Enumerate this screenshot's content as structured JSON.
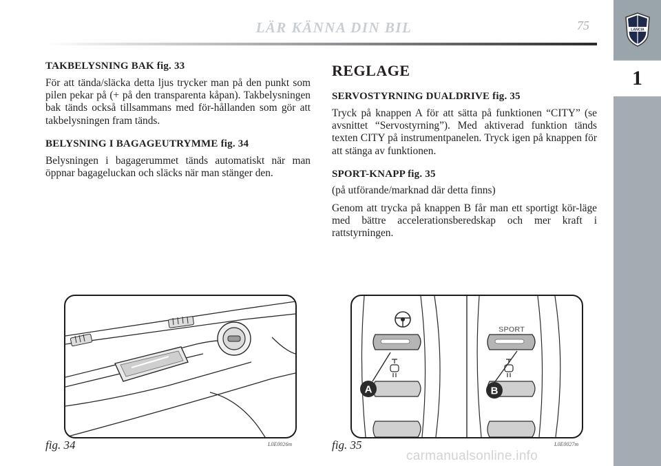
{
  "header": {
    "title": "LÄR KÄNNA DIN BIL",
    "page_number": "75"
  },
  "sidebar": {
    "chapter": "1",
    "logo_text": "LANCIA"
  },
  "left_column": {
    "sections": [
      {
        "heading": "TAKBELYSNING BAK fig. 33",
        "text": "För att tända/släcka detta ljus trycker man på den punkt som pilen pekar på (+ på den transparenta kåpan). Takbelysningen bak tänds också tillsammans med för-hållanden som gör att takbelysningen fram tänds."
      },
      {
        "heading": "BELYSNING I BAGAGEUTRYMME fig. 34",
        "text": "Belysningen i bagagerummet tänds automatiskt när man öppnar bagageluckan och släcks när man stänger den."
      }
    ]
  },
  "right_column": {
    "title": "REGLAGE",
    "sections": [
      {
        "heading": "SERVOSTYRNING DUALDRIVE fig. 35",
        "subheading": "",
        "text": "Tryck på knappen A för att sätta på funktionen “CITY” (se avsnittet “Servostyrning”). Med aktiverad funktion tänds texten CITY på instrumentpanelen. Tryck igen på knappen för att stänga av funktionen."
      },
      {
        "heading": "SPORT-KNAPP fig. 35",
        "subheading": "(på utförande/marknad där detta finns)",
        "text": "Genom att trycka på knappen B får man ett sportigt kör-läge med bättre accelerationsberedskap och mer kraft i rattstyrningen."
      }
    ]
  },
  "figures": {
    "fig34": {
      "label": "fig. 34",
      "code": "L0E0026m"
    },
    "fig35": {
      "label": "fig. 35",
      "code": "L0E0027m",
      "callout_a": "A",
      "callout_b": "B",
      "sport_label": "SPORT"
    }
  },
  "watermark": "carmanualsonline.info"
}
